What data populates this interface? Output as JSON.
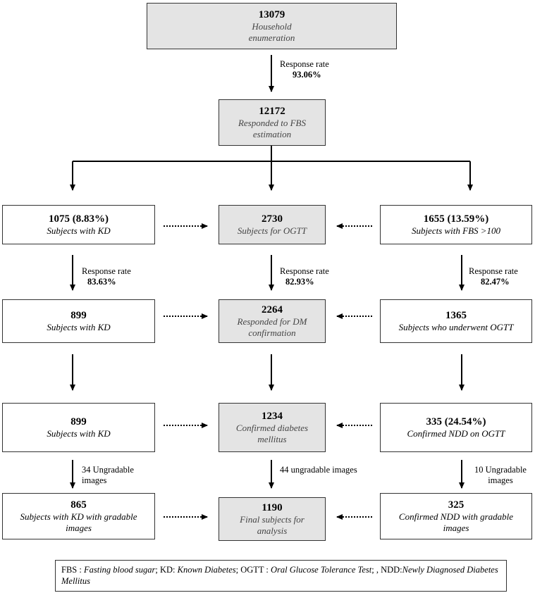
{
  "boxes": {
    "household": {
      "count": "13079",
      "label": "Household enumeration"
    },
    "responded_fbs": {
      "count": "12172",
      "label": "Responded to FBS estimation"
    },
    "left1": {
      "count": "1075 (8.83%)",
      "label": "Subjects with KD"
    },
    "mid1": {
      "count": "2730",
      "label": "Subjects for OGTT"
    },
    "right1": {
      "count": "1655 (13.59%)",
      "label": "Subjects with FBS >100"
    },
    "left2": {
      "count": "899",
      "label": "Subjects with KD"
    },
    "mid2": {
      "count": "2264",
      "label": "Responded for DM confirmation"
    },
    "right2": {
      "count": "1365",
      "label": "Subjects who underwent OGTT"
    },
    "left3": {
      "count": "899",
      "label": "Subjects with KD"
    },
    "mid3": {
      "count": "1234",
      "label": "Confirmed diabetes mellitus"
    },
    "right3": {
      "count": "335 (24.54%)",
      "label": "Confirmed NDD on OGTT"
    },
    "left4": {
      "count": "865",
      "label": "Subjects with KD with gradable images"
    },
    "mid4": {
      "count": "1190",
      "label": "Final subjects for analysis"
    },
    "right4": {
      "count": "325",
      "label": "Confirmed NDD with gradable images"
    }
  },
  "labels": {
    "rr_top": {
      "title": "Response rate",
      "value": "93.06%"
    },
    "rr_left": {
      "title": "Response rate",
      "value": "83.63%"
    },
    "rr_mid": {
      "title": "Response rate",
      "value": "82.93%"
    },
    "rr_right": {
      "title": "Response rate",
      "value": "82.47%"
    },
    "ungradable_left": "34 Ungradable images",
    "ungradable_mid": "44 ungradable images",
    "ungradable_right": "10 Ungradable images"
  },
  "legend": {
    "fbs_abbr": "FBS : ",
    "fbs_full": "Fasting blood sugar",
    "kd_abbr": "; KD: ",
    "kd_full": "Known Diabetes",
    "ogtt_abbr": "; OGTT : ",
    "ogtt_full": "Oral Glucose Tolerance Test",
    "ndd_abbr": "; , NDD:",
    "ndd_full": "Newly Diagnosed Diabetes Mellitus"
  }
}
